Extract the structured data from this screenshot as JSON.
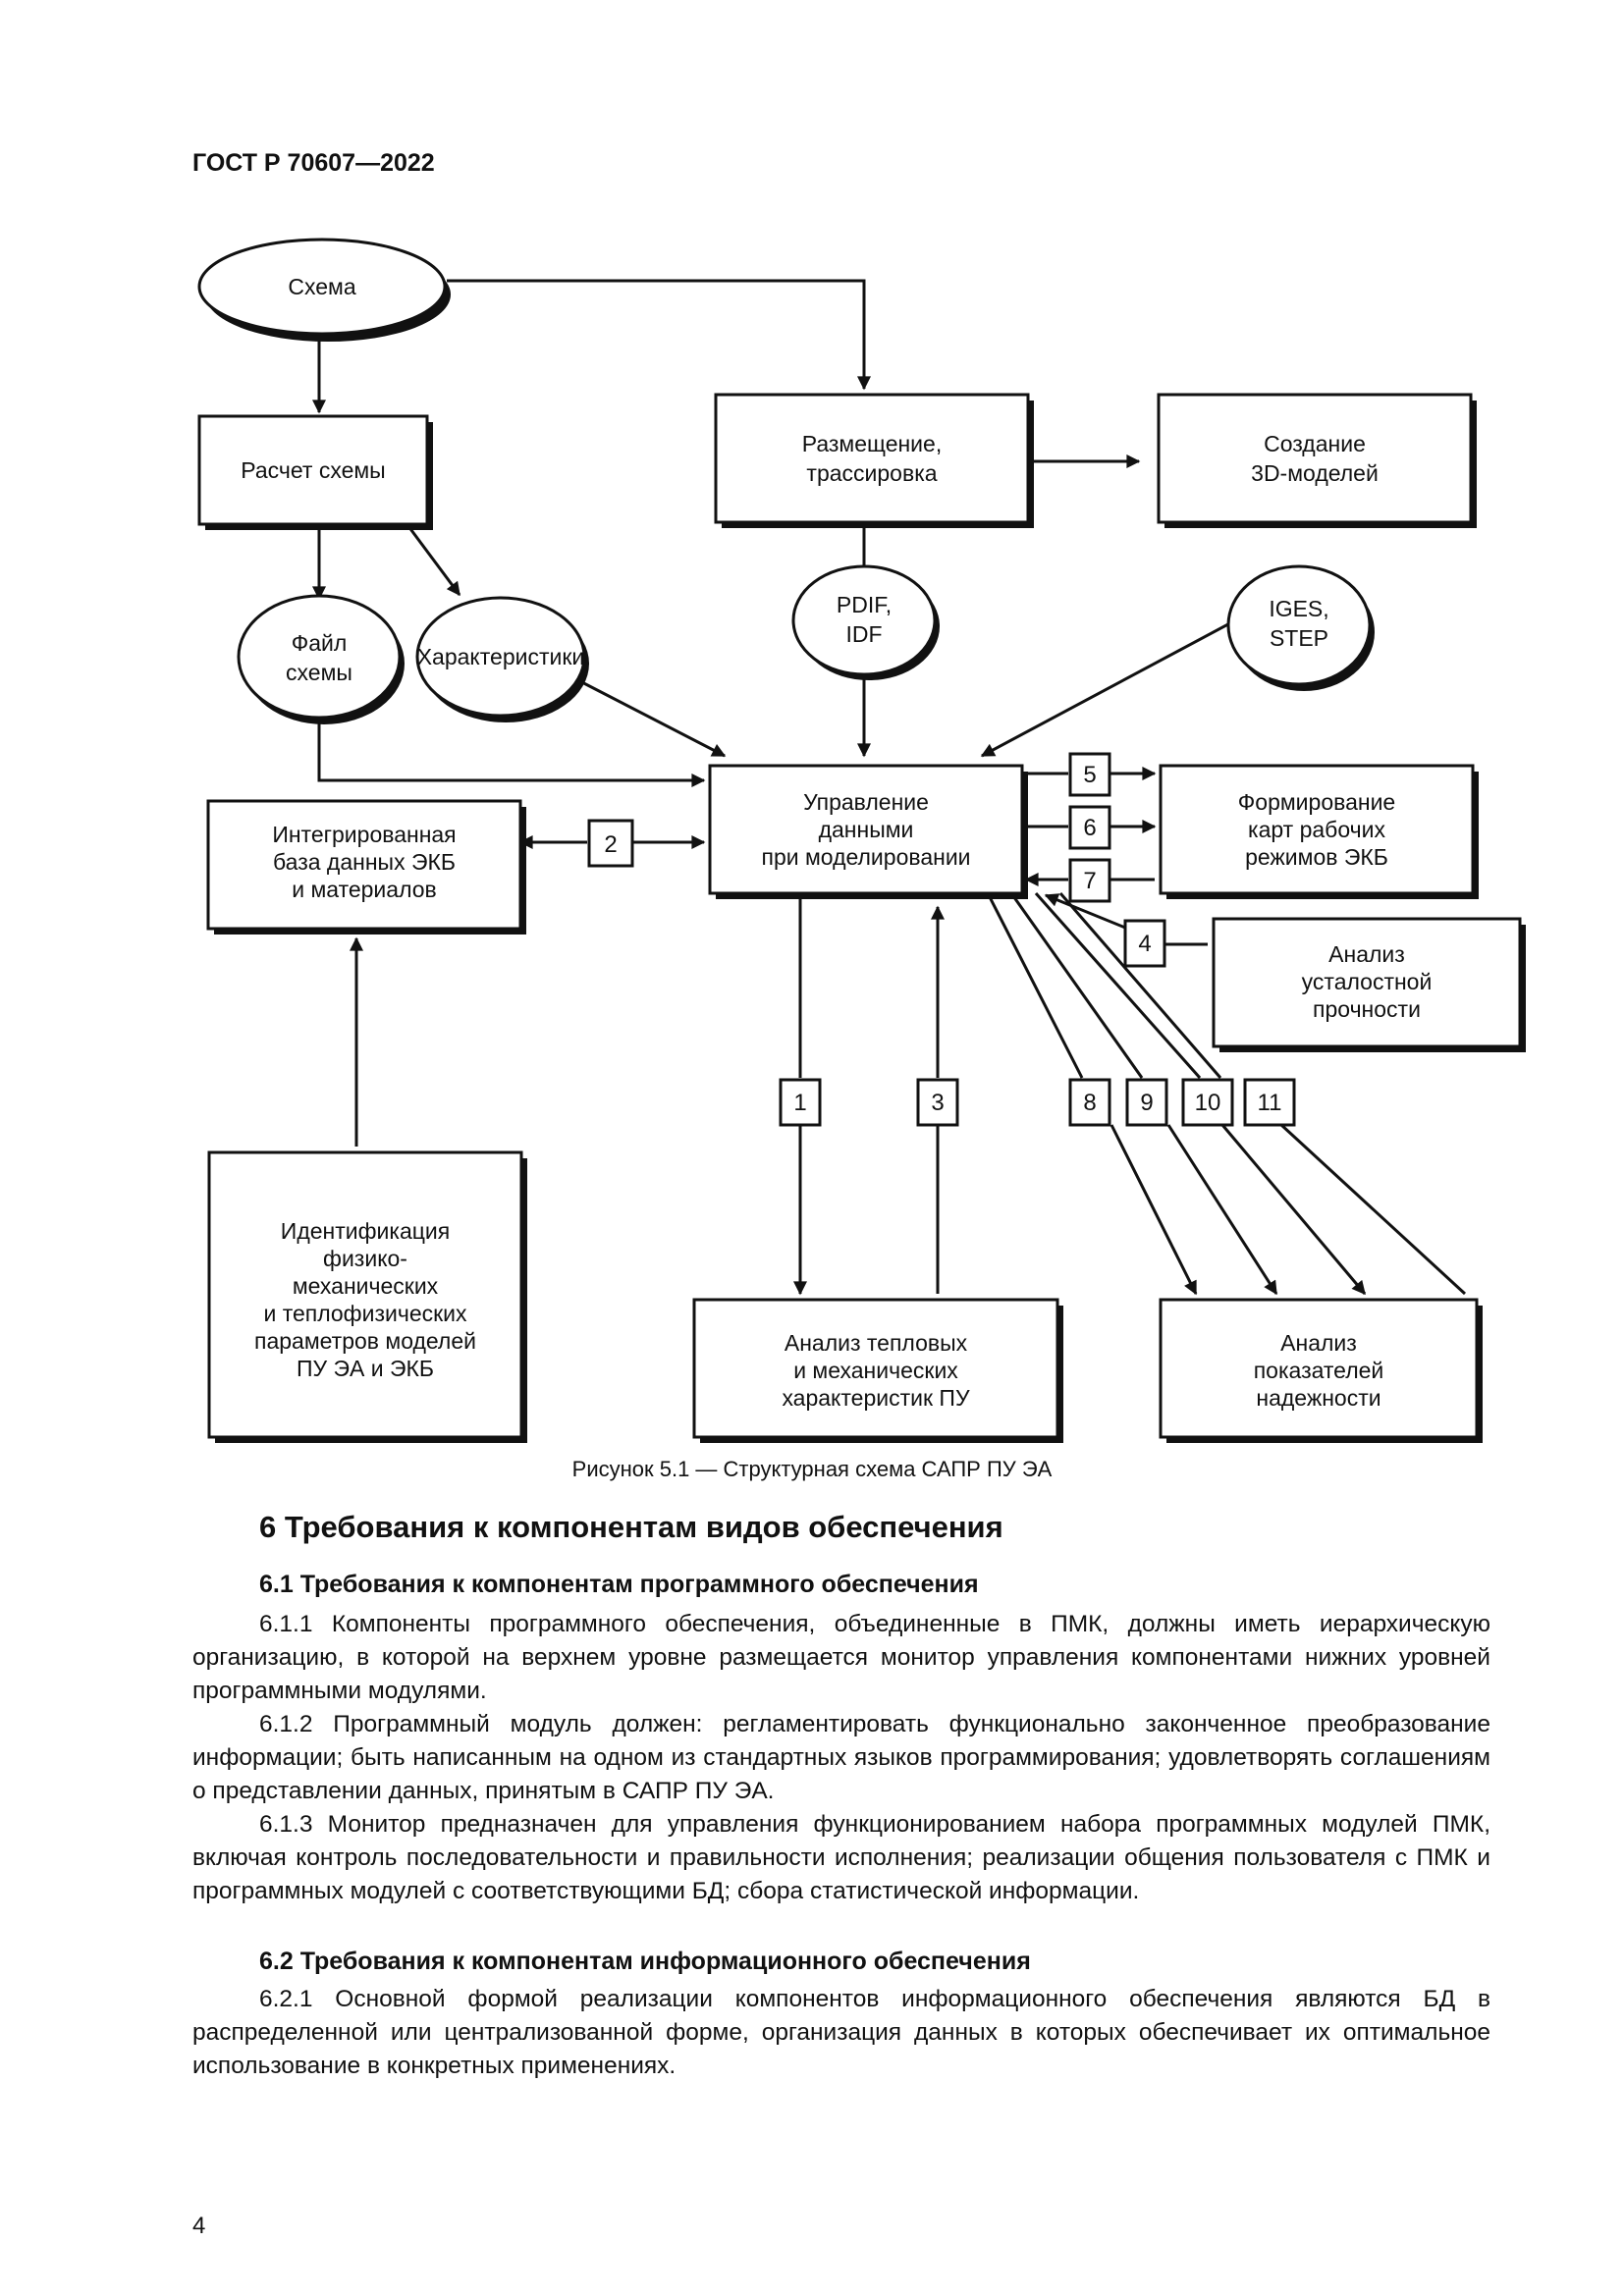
{
  "header": {
    "doc_id": "ГОСТ Р 70607—2022"
  },
  "figure": {
    "nodes": {
      "schema": "Схема",
      "calc": "Расчет схемы",
      "placement": [
        "Размещение,",
        "трассировка"
      ],
      "models3d": [
        "Создание",
        "3D-моделей"
      ],
      "file": [
        "Файл",
        "схемы"
      ],
      "chars": "Характеристики",
      "pdif": [
        "PDIF,",
        "IDF"
      ],
      "iges": [
        "IGES,",
        "STEP"
      ],
      "mgmt": [
        "Управление",
        "данными",
        "при моделировании"
      ],
      "db": [
        "Интегрированная",
        "база данных ЭКБ",
        "и материалов"
      ],
      "modes": [
        "Формирование",
        "карт рабочих",
        "режимов ЭКБ"
      ],
      "fatigue": [
        "Анализ",
        "усталостной",
        "прочности"
      ],
      "ident": [
        "Идентификация",
        "физико-",
        "механических",
        "и теплофизических",
        "параметров моделей",
        "ПУ ЭА и ЭКБ"
      ],
      "thermal": [
        "Анализ тепловых",
        "и механических",
        "характеристик ПУ"
      ],
      "reliab": [
        "Анализ",
        "показателей",
        "надежности"
      ]
    },
    "numbers": [
      "1",
      "2",
      "3",
      "4",
      "5",
      "6",
      "7",
      "8",
      "9",
      "10",
      "11"
    ],
    "caption": "Рисунок 5.1 — Структурная схема САПР ПУ ЭА"
  },
  "section6": {
    "title": "6 Требования к компонентам видов обеспечения",
    "s61_title": "6.1 Требования к компонентам программного обеспечения",
    "p611": "6.1.1 Компоненты программного обеспечения, объединенные в ПМК, должны иметь иерархическую организацию, в которой на верхнем уровне размещается монитор управления компонентами нижних уровней программными модулями.",
    "p612": "6.1.2 Программный модуль должен: регламентировать функционально законченное преобразование информации; быть написанным на одном из стандартных языков программирования; удовлетворять соглашениям о представлении данных, принятым в САПР ПУ ЭА.",
    "p613": "6.1.3 Монитор предназначен для управления функционированием набора программных модулей ПМК, включая контроль последовательности и правильности исполнения; реализации общения пользователя с ПМК и программных модулей с соответствующими БД; сбора статистической информации.",
    "s62_title": "6.2 Требования к компонентам информационного обеспечения",
    "p621": "6.2.1 Основной формой реализации компонентов информационного обеспечения являются БД в распределенной или централизованной форме, организация данных в которых обеспечивает их оптимальное использование в конкретных применениях."
  },
  "page_number": "4"
}
